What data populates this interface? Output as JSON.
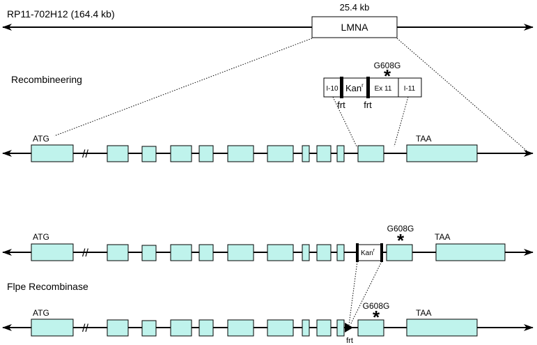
{
  "header": {
    "bac_label": "RP11-702H12 (164.4 kb)",
    "gene_size": "25.4 kb",
    "gene_name": "LMNA"
  },
  "sections": {
    "recombineering": "Recombineering",
    "flpe": "Flpe Recombinase"
  },
  "cassette": {
    "mutation": "G608G",
    "star": "*",
    "intron10": "I-10",
    "kan": "Kan",
    "kan_sup": "r",
    "exon11": "Ex 11",
    "intron11": "I-11",
    "frt_left": "frt",
    "frt_right": "frt"
  },
  "tracks": {
    "track1": {
      "atg": "ATG",
      "break": "//",
      "taa": "TAA"
    },
    "track2": {
      "atg": "ATG",
      "break": "//",
      "taa": "TAA",
      "mutation": "G608G",
      "star": "*",
      "kan": "Kan",
      "kan_sup": "r"
    },
    "track3": {
      "atg": "ATG",
      "break": "//",
      "taa": "TAA",
      "mutation": "G608G",
      "star": "*",
      "frt": "frt"
    }
  },
  "colors": {
    "exon_fill": "#bff3ec",
    "line": "#000000"
  }
}
